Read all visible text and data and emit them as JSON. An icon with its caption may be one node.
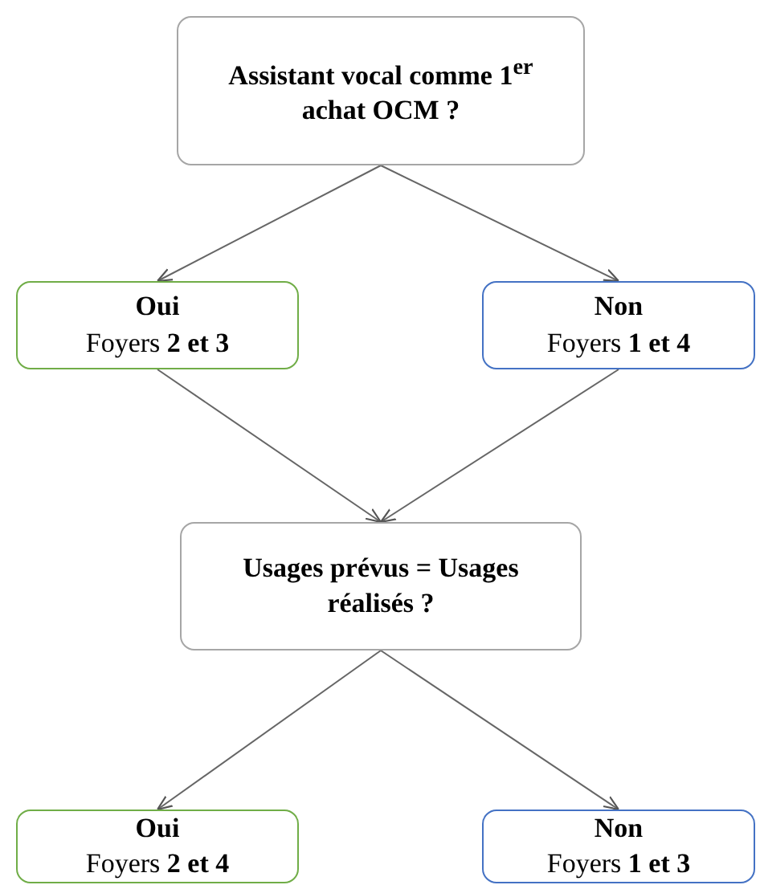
{
  "diagram": {
    "nodes": [
      {
        "text": [
          "Assistant vocal comme 1$^{er}$ achat OCM ?"
        ]
      },
      {
        "text": [
          "Oui",
          "Foyers **2 et 3**"
        ]
      },
      {
        "text": [
          "Non",
          "Foyers **1 et 4**"
        ]
      },
      {
        "text": [
          "Usages prévus = Usages réalisés ?"
        ]
      },
      {
        "text": [
          "Oui",
          "Foyers **2 et 4**"
        ]
      },
      {
        "text": [
          "Non",
          "Foyers **1 et 3**"
        ]
      }
    ],
    "edges": [
      {
        "from": 0,
        "to": 1,
        "arrow": "to"
      },
      {
        "from": 0,
        "to": 2,
        "arrow": "to"
      },
      {
        "from": 1,
        "to": 3,
        "arrow": "to"
      },
      {
        "from": 2,
        "to": 3,
        "arrow": "to"
      },
      {
        "from": 3,
        "to": 4,
        "arrow": "to"
      },
      {
        "from": 3,
        "to": 5,
        "arrow": "to"
      }
    ]
  }
}
